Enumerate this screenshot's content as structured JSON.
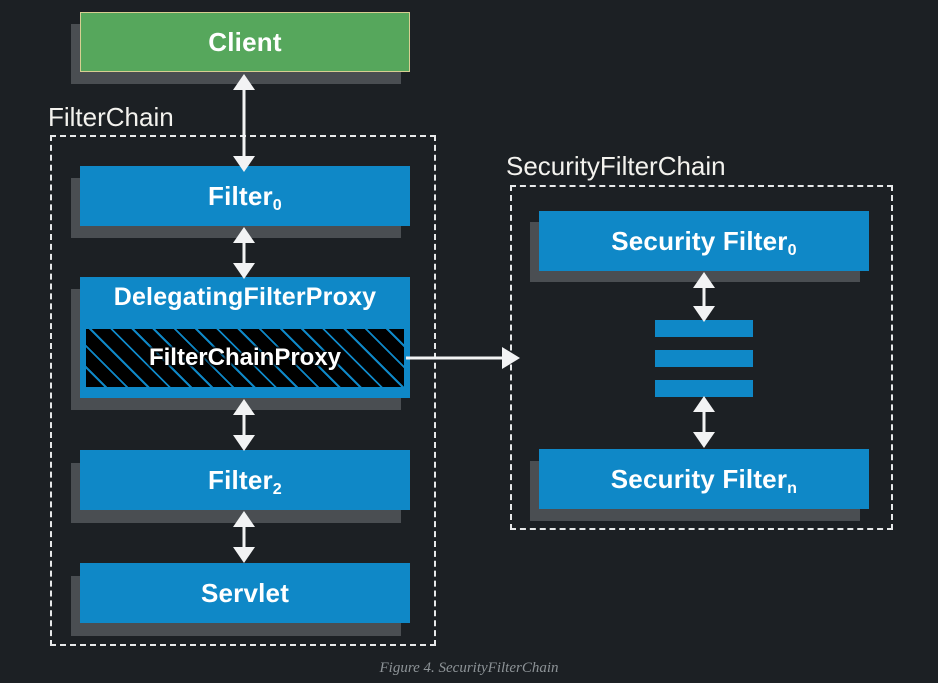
{
  "figure": {
    "caption": "Figure 4. SecurityFilterChain",
    "background_color": "#1c2024",
    "accent_blue": "#0f88c7",
    "accent_green": "#56a75c",
    "shadow_color": "#4a4e52",
    "border_color": "#e7e9ea"
  },
  "groups": {
    "filter_chain": {
      "title": "FilterChain"
    },
    "security_filter_chain": {
      "title": "SecurityFilterChain"
    }
  },
  "nodes": {
    "client": {
      "label": "Client",
      "sub": ""
    },
    "filter_0": {
      "label": "Filter",
      "sub": "0"
    },
    "delegating_filter_proxy": {
      "label": "DelegatingFilterProxy",
      "sub": ""
    },
    "filter_chain_proxy": {
      "label": "FilterChainProxy",
      "sub": ""
    },
    "filter_2": {
      "label": "Filter",
      "sub": "2"
    },
    "servlet": {
      "label": "Servlet",
      "sub": ""
    },
    "security_filter_0": {
      "label": "Security Filter",
      "sub": "0"
    },
    "security_filter_n": {
      "label": "Security Filter",
      "sub": "n"
    }
  },
  "connectors": {
    "client_to_filter0": "double-headed-vertical-arrow",
    "filter0_to_delegating": "double-headed-vertical-arrow",
    "delegating_to_filter2": "double-headed-vertical-arrow",
    "filter2_to_servlet": "double-headed-vertical-arrow",
    "proxy_to_security_chain": "single-headed-horizontal-arrow",
    "securityfilter0_to_ellipsis": "double-headed-vertical-arrow",
    "ellipsis_to_securityfiltern": "double-headed-vertical-arrow"
  },
  "ellipsis_bars": {
    "count": 3,
    "meaning": "additional-security-filters"
  }
}
